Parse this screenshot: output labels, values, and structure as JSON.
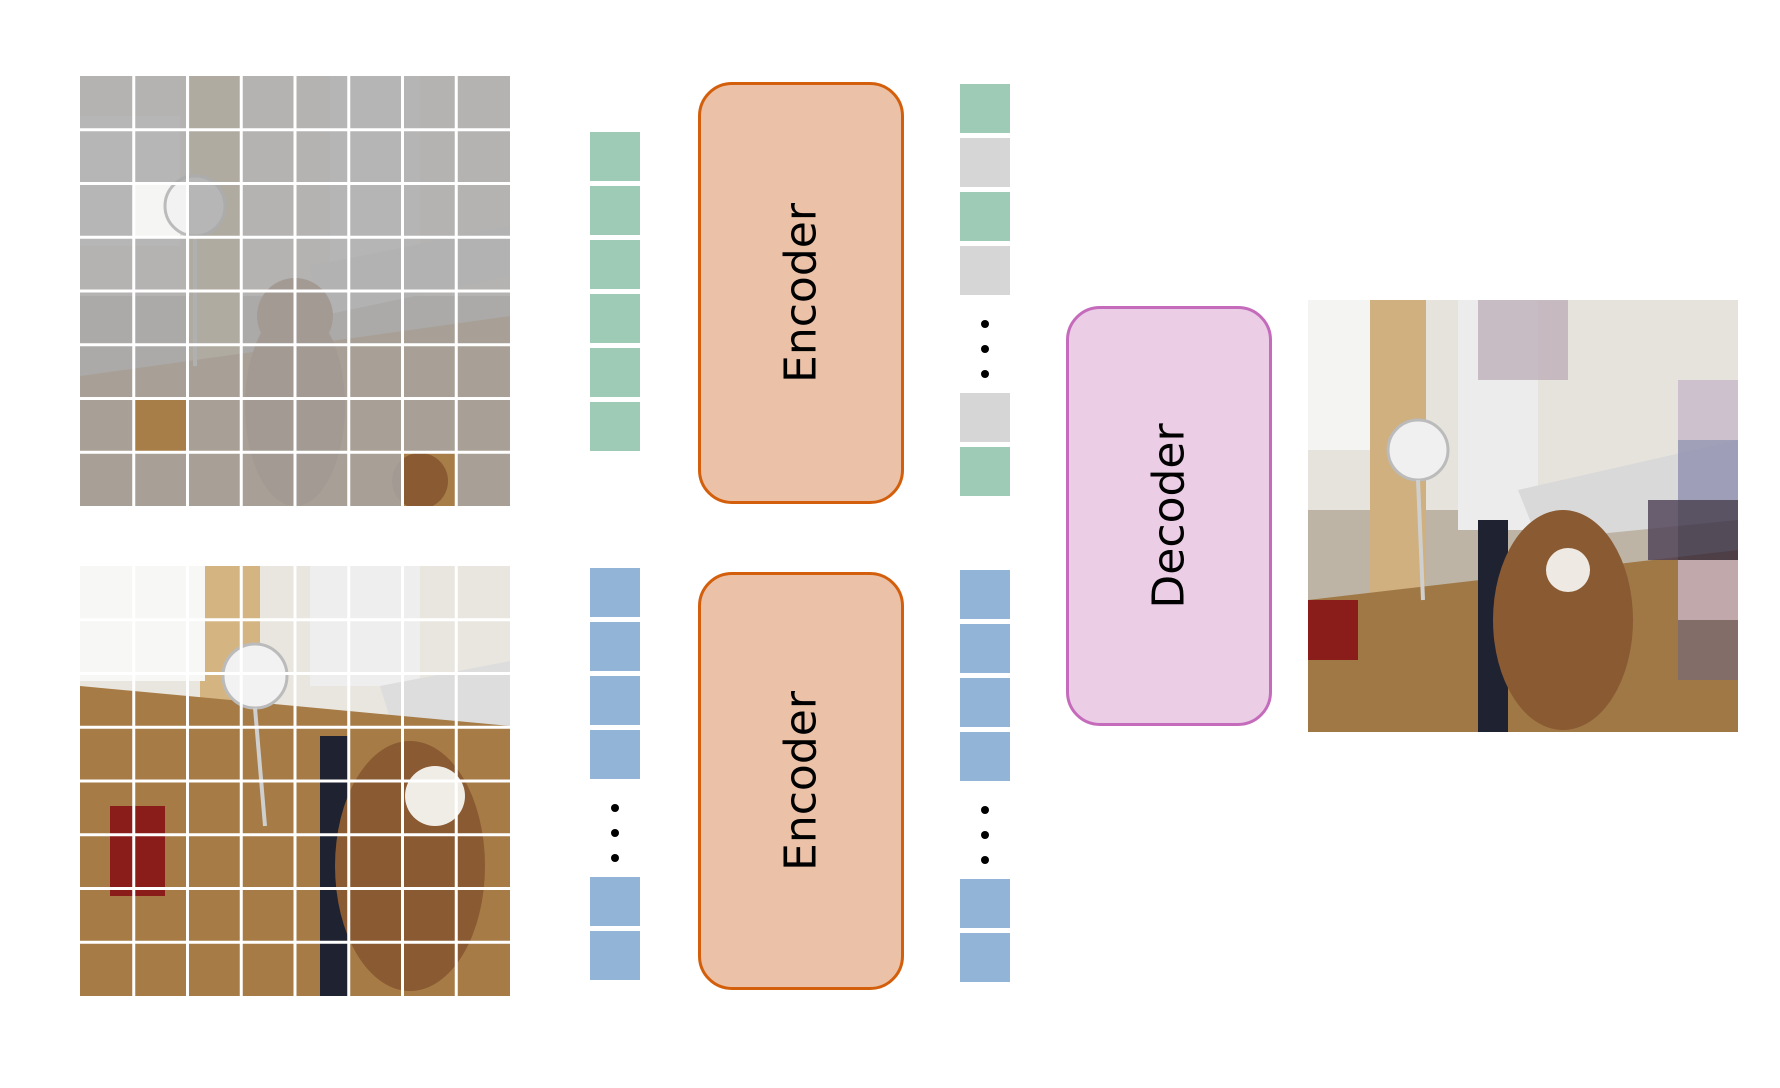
{
  "colors": {
    "encoder_fill": "#EBC2A8",
    "encoder_stroke": "#D35F0C",
    "decoder_fill": "#EBCDE6",
    "decoder_stroke": "#C56BBC",
    "token_green": "#9ECBB6",
    "token_blue": "#92B4D6",
    "token_gray": "#D6D6D6",
    "mask_overlay": "#A8A8A8"
  },
  "blocks": {
    "encoder_top": {
      "label": "Encoder"
    },
    "encoder_bottom": {
      "label": "Encoder"
    },
    "decoder": {
      "label": "Decoder"
    }
  },
  "tokens": {
    "top_input": [
      "visible",
      "visible",
      "visible",
      "visible",
      "visible",
      "visible"
    ],
    "top_output": [
      "visible",
      "mask",
      "visible",
      "mask",
      "...",
      "mask",
      "visible"
    ],
    "bottom_input": [
      "ref",
      "ref",
      "ref",
      "ref",
      "...",
      "ref",
      "ref"
    ],
    "bottom_output": [
      "ref",
      "ref",
      "ref",
      "ref",
      "...",
      "ref",
      "ref"
    ]
  },
  "masked_patches_top": [
    [
      1,
      1,
      1,
      1,
      1,
      1,
      1,
      1
    ],
    [
      1,
      1,
      1,
      1,
      1,
      1,
      1,
      1
    ],
    [
      1,
      0,
      1,
      1,
      1,
      1,
      1,
      1
    ],
    [
      1,
      1,
      1,
      1,
      1,
      1,
      1,
      1
    ],
    [
      1,
      1,
      1,
      1,
      1,
      1,
      1,
      1
    ],
    [
      1,
      1,
      1,
      1,
      1,
      1,
      1,
      1
    ],
    [
      1,
      0,
      1,
      1,
      1,
      1,
      1,
      1
    ],
    [
      1,
      1,
      1,
      1,
      1,
      1,
      0,
      1
    ]
  ]
}
